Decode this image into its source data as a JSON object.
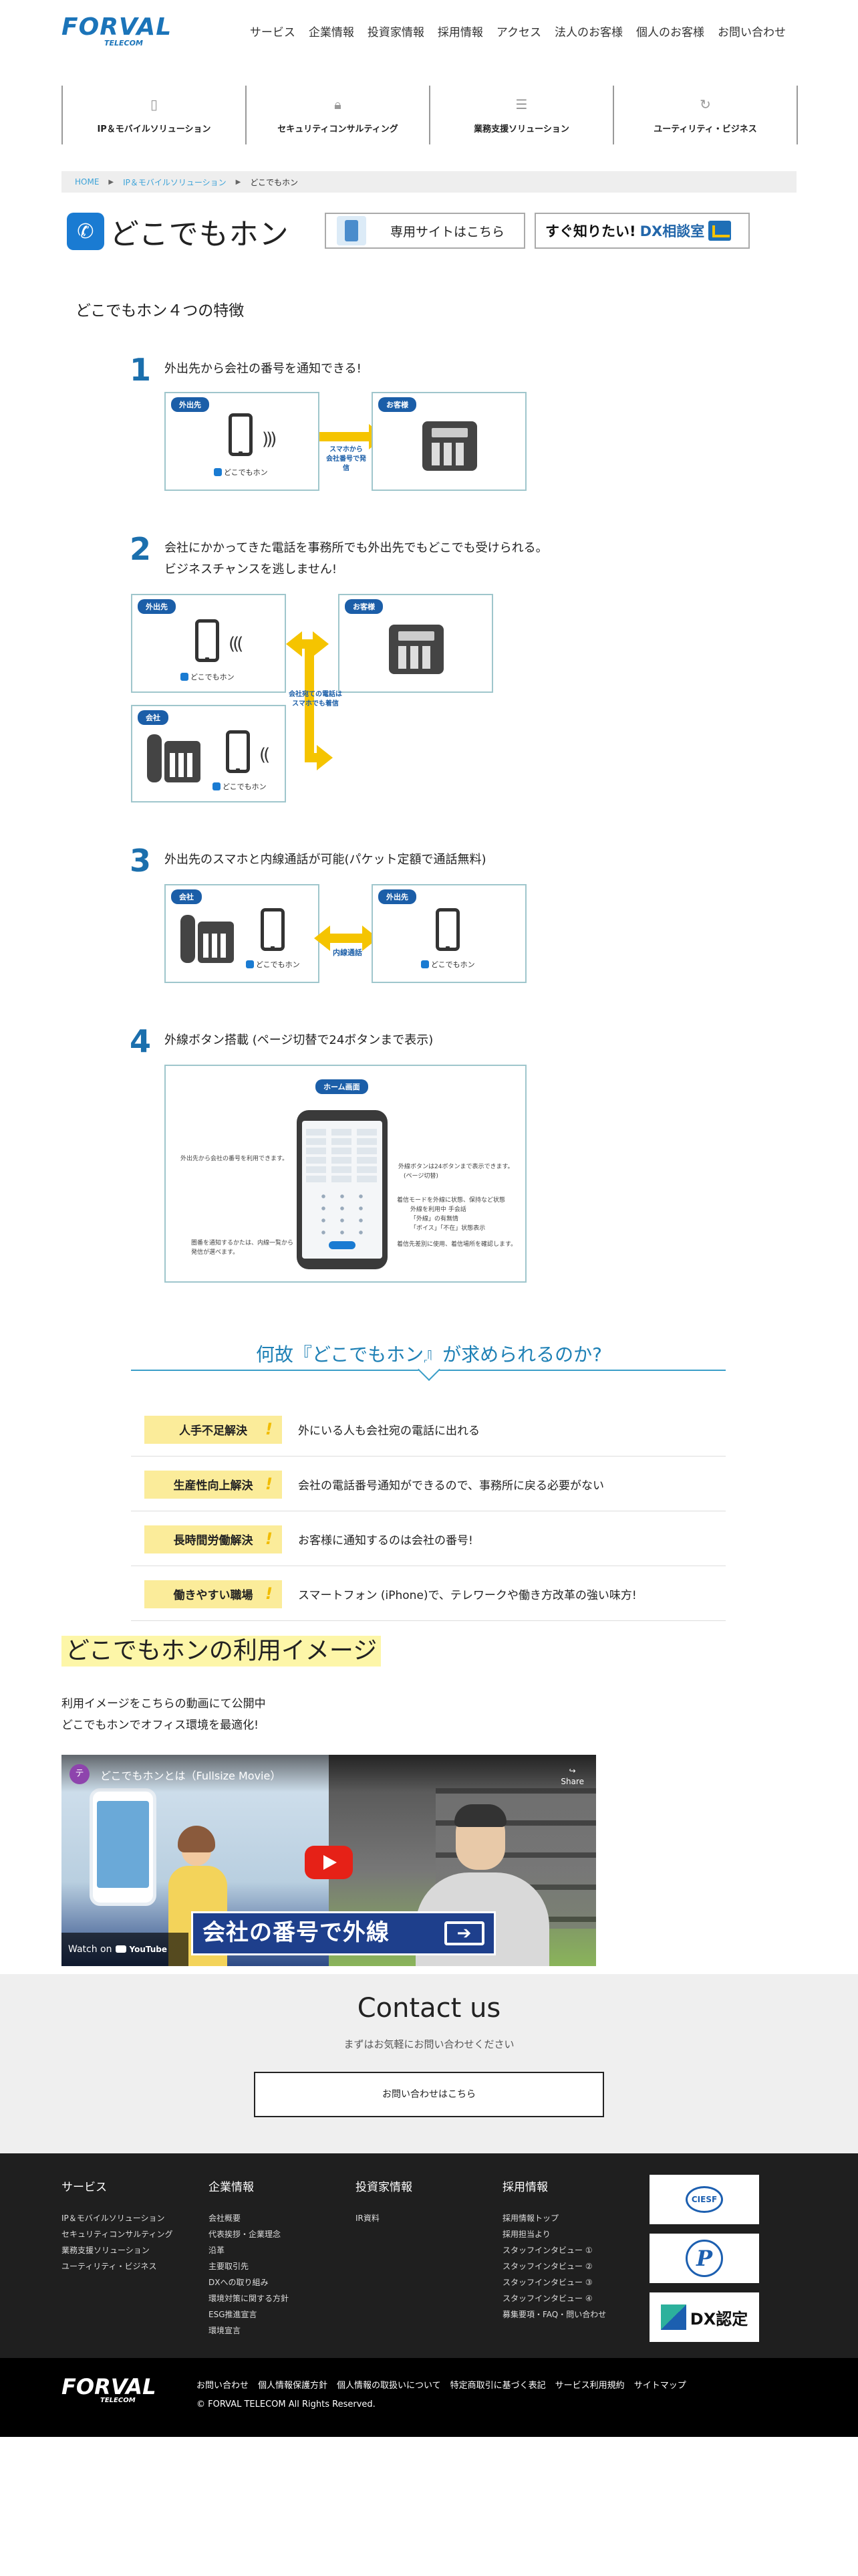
{
  "header": {
    "logo_main": "FORVAL",
    "logo_sub": "TELECOM",
    "nav": [
      "サービス",
      "企業情報",
      "投資家情報",
      "採用情報",
      "アクセス",
      "法人のお客様",
      "個人のお客様",
      "お問い合わせ"
    ]
  },
  "categories": [
    {
      "icon": "smartphone-icon",
      "label": "IP＆モバイルソリューション"
    },
    {
      "icon": "lock-icon",
      "label": "セキュリティコンサルティング"
    },
    {
      "icon": "server-icon",
      "label": "業務支援ソリューション"
    },
    {
      "icon": "eco-icon",
      "label": "ユーティリティ・ビジネス"
    }
  ],
  "breadcrumb": [
    "HOME",
    "IP＆モバイルソリューション",
    "どこでもホン"
  ],
  "product": {
    "name": "どこでもホン",
    "site_button": "専用サイトはこちら",
    "dx_button_a": "すぐ知りたい!",
    "dx_button_b": "DX相談室"
  },
  "features_title": "どこでもホン４つの特徴",
  "features": [
    {
      "num": "1",
      "title": "外出先から会社の番号を通知できる!"
    },
    {
      "num": "2",
      "title": "会社にかかってきた電話を事務所でも外出先でもどこでも受けられる。",
      "title2": "ビジネスチャンスを逃しません!"
    },
    {
      "num": "3",
      "title": "外出先のスマホと内線通話が可能(パケット定額で通話無料)"
    },
    {
      "num": "4",
      "title": "外線ボタン搭載 (ページ切替で24ボタンまで表示)"
    }
  ],
  "diagram": {
    "tag_out": "外出先",
    "tag_customer": "お客様",
    "tag_office": "会社",
    "tag_home": "ホーム画面",
    "app_label": "どこでもホン",
    "note1a": "スマホから",
    "note1b": "会社番号で発信",
    "note2a": "会社宛ての電話は",
    "note2b": "スマホでも着信",
    "note3": "内線通話",
    "anno_left1": "外出先から会社の番号を利用できます。",
    "anno_left2": "圏番を通知するかたは、内線一覧から",
    "anno_left3": "発信が選べます。",
    "anno_r1": "外線ボタンは24ボタンまで表示できます。",
    "anno_r2": "(ページ切替)",
    "anno_r3": "着信モードを外線に状態、保持など状態",
    "anno_r4": "外線を利用中 手会話",
    "anno_r5": "「外線」の有無情",
    "anno_r6": "「ボイス」「不在」状態表示",
    "anno_r7": "着信先差別に使用、着信場所を確認します。"
  },
  "why": {
    "title": "何故『どこでもホン』が求められるのか?",
    "rows": [
      {
        "label": "人手不足解決",
        "text": "外にいる人も会社宛の電話に出れる"
      },
      {
        "label": "生産性向上解決",
        "text": "会社の電話番号通知ができるので、事務所に戻る必要がない"
      },
      {
        "label": "長時間労働解決",
        "text": "お客様に通知するのは会社の番号!"
      },
      {
        "label": "働きやすい職場",
        "text": "スマートフォン (iPhone)で、テレワークや働き方改革の強い味方!"
      }
    ]
  },
  "usage": {
    "title": "どこでもホンの利用イメージ",
    "desc1": "利用イメージをこちらの動画にて公開中",
    "desc2": "どこでもホンでオフィス環境を最適化!",
    "video_channel": "テ",
    "video_title": "どこでもホンとは（Fullsize Movie）",
    "video_share": "Share",
    "video_banner": "会社の番号で外線",
    "video_watch": "Watch on",
    "video_yt": "YouTube"
  },
  "contact": {
    "title": "Contact us",
    "subtitle": "まずはお気軽にお問い合わせください",
    "button": "お問い合わせはこちら"
  },
  "footer": {
    "cols": [
      {
        "head": "サービス",
        "items": [
          "IP＆モバイルソリューション",
          "セキュリティコンサルティング",
          "業務支援ソリューション",
          "ユーティリティ・ビジネス"
        ]
      },
      {
        "head": "企業情報",
        "items": [
          "会社概要",
          "代表挨拶・企業理念",
          "沿革",
          "主要取引先",
          "DXへの取り組み",
          "環境対策に関する方針",
          "ESG推進宣言",
          "環境宣言"
        ]
      },
      {
        "head": "投資家情報",
        "items": [
          "IR資料"
        ]
      },
      {
        "head": "採用情報",
        "items": [
          "採用情報トップ",
          "採用担当より",
          "スタッフインタビュー ①",
          "スタッフインタビュー ②",
          "スタッフインタビュー ③",
          "スタッフインタビュー ④",
          "募集要項・FAQ・問い合わせ"
        ]
      }
    ],
    "badges": [
      "CIESF",
      "P",
      "DX認定"
    ],
    "links": [
      "お問い合わせ",
      "個人情報保護方針",
      "個人情報の取扱いについて",
      "特定商取引に基づく表記",
      "サービス利用規約",
      "サイトマップ"
    ],
    "copyright": "© FORVAL TELECOM All Rights Reserved."
  },
  "colors": {
    "brand": "#1b74b9",
    "accent_yellow": "#f5c400",
    "why_title": "#1e80b5"
  }
}
